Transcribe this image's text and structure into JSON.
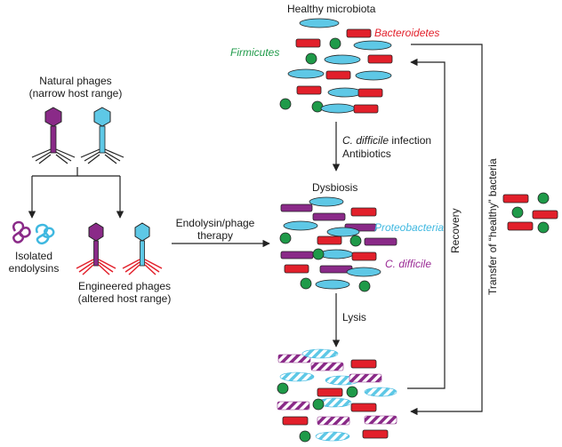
{
  "colors": {
    "red": "#e2202b",
    "blue": "#5ec8e6",
    "green": "#1f9a49",
    "purple": "#8a2a88",
    "firmicutes_text": "#1f9a49",
    "bacteroidetes_text": "#e2202b",
    "proteobacteria_text": "#3fb8e0",
    "cdifficile_text": "#9a2a95",
    "arrow": "#222222"
  },
  "icons": [
    "phage-icon",
    "endolysin-icon",
    "bacterium-rod",
    "bacterium-coccus",
    "arrow"
  ],
  "labels": {
    "natural_phages_1": "Natural phages",
    "natural_phages_2": "(narrow host range)",
    "isolated_1": "Isolated",
    "isolated_2": "endolysins",
    "engineered_1": "Engineered phages",
    "engineered_2": "(altered host range)",
    "therapy_1": "Endolysin/phage",
    "therapy_2": "therapy",
    "healthy": "Healthy microbiota",
    "firmicutes": "Firmicutes",
    "bacteroidetes": "Bacteroidetes",
    "infection_italic": "C. difficile",
    "infection_rest": " infection",
    "antibiotics": "Antibiotics",
    "dysbiosis": "Dysbiosis",
    "proteobacteria": "Proteobacteria",
    "cdifficile": "C. difficile",
    "lysis": "Lysis",
    "recovery": "Recovery",
    "transfer": "Transfer of “healthy” bacteria"
  }
}
